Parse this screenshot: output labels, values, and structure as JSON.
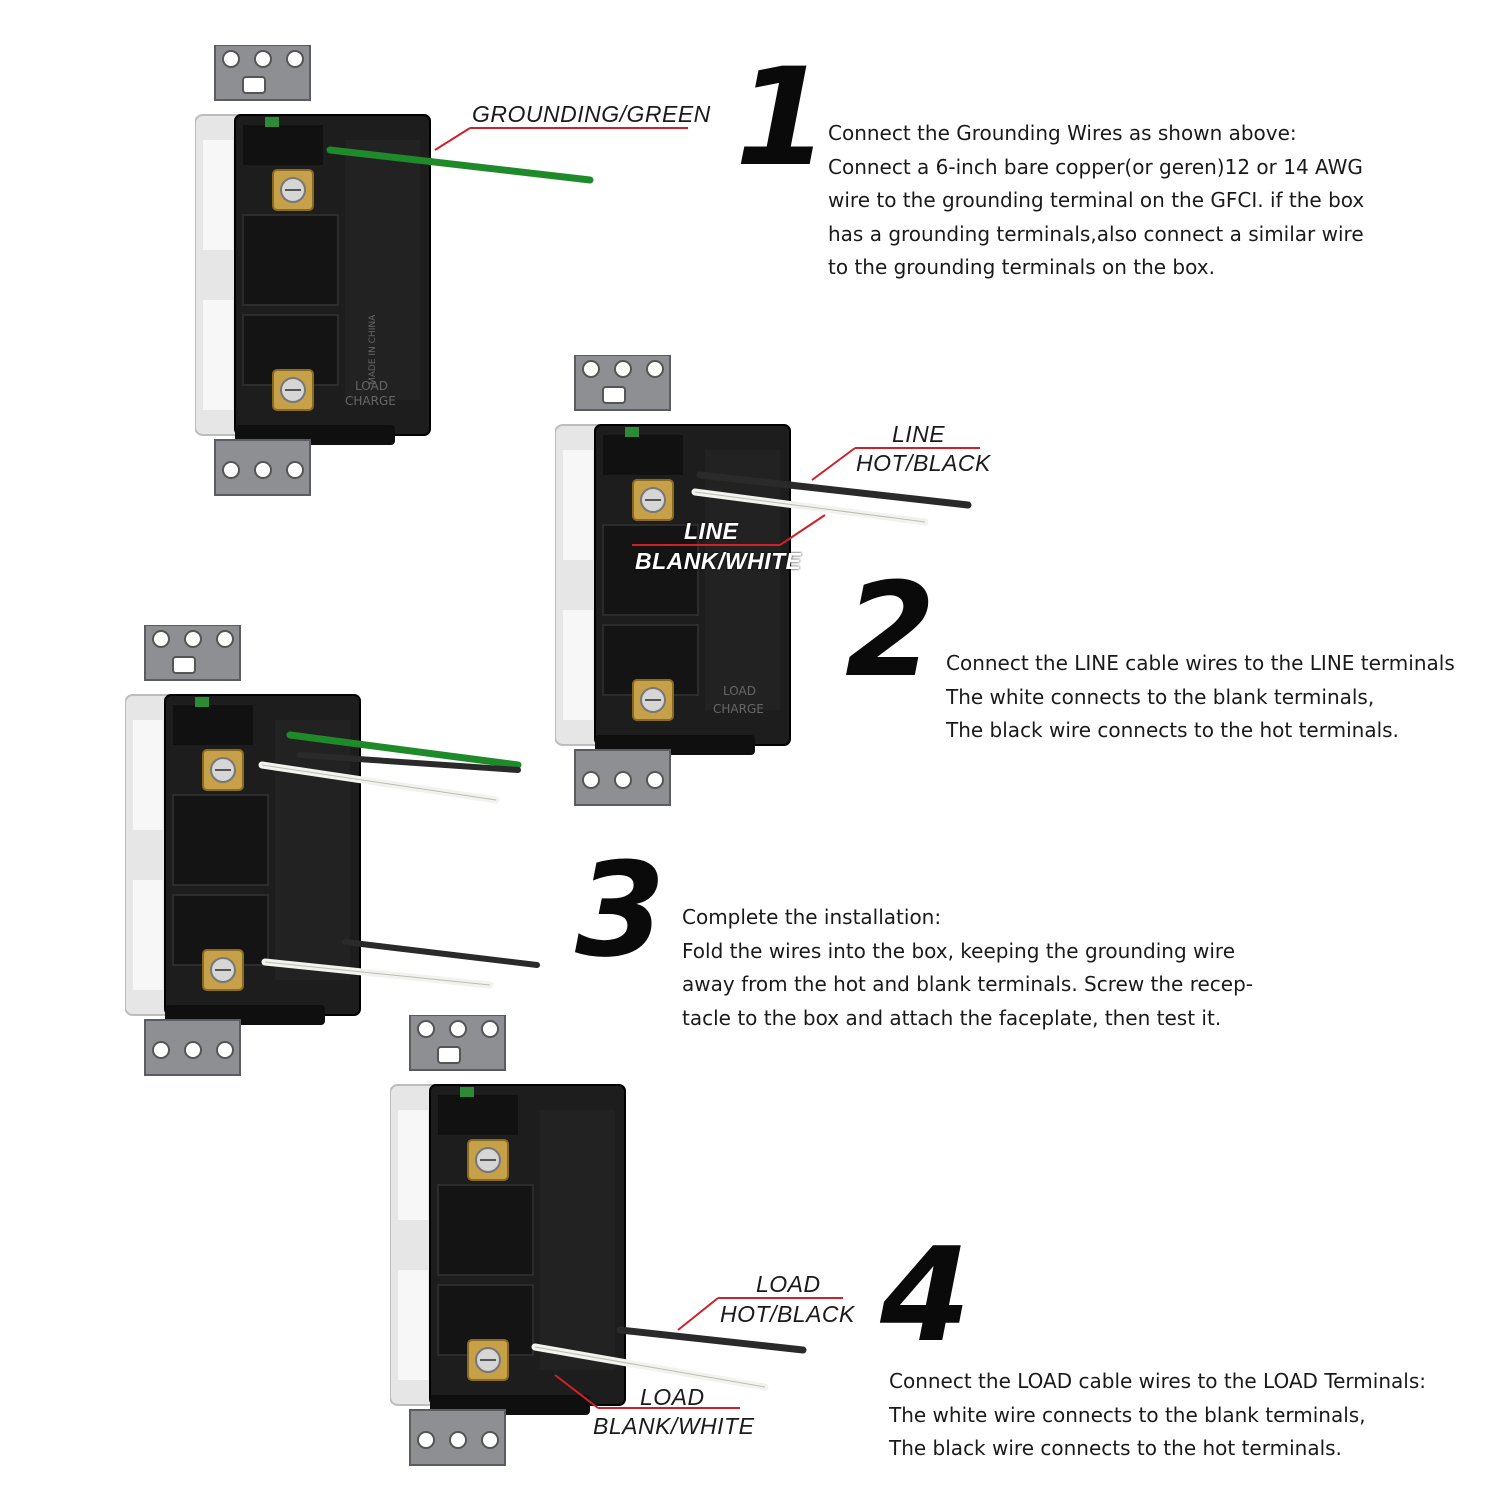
{
  "steps": [
    {
      "number": "1",
      "lines": [
        "Connect the Grounding Wires as shown above:",
        "Connect a 6-inch bare copper(or geren)12 or 14 AWG",
        "wire to the grounding terminal on the GFCI. if the box",
        "has a grounding terminals,also connect a similar wire",
        "to the grounding terminals on the box."
      ]
    },
    {
      "number": "2",
      "lines": [
        "Connect the LINE cable wires to the LINE terminals",
        "The white connects to the blank terminals,",
        "The black wire connects to the hot terminals."
      ]
    },
    {
      "number": "3",
      "lines": [
        "Complete the installation:",
        "Fold the wires into the box, keeping the grounding wire",
        "away from the hot and blank terminals. Screw the recep-",
        "tacle to the box and attach the faceplate, then test it."
      ]
    },
    {
      "number": "4",
      "lines": [
        "Connect the LOAD cable wires to the LOAD Terminals:",
        "The white wire connects to the blank terminals,",
        "The black wire connects to the hot terminals."
      ]
    }
  ],
  "callouts": {
    "grounding": "GROUNDING/GREEN",
    "line_hot_1": "LINE",
    "line_hot_2": "HOT/BLACK",
    "line_blank_1": "LINE",
    "line_blank_2": "BLANK/WHITE",
    "load_hot_1": "LOAD",
    "load_hot_2": "HOT/BLACK",
    "load_blank_1": "LOAD",
    "load_blank_2": "BLANK/WHITE"
  },
  "device_markings": {
    "load": "LOAD",
    "charge": "CHARGE",
    "made_in": "MADE IN CHINA"
  },
  "colors": {
    "ground_wire": "#1f8a2a",
    "hot_wire": "#2a2a2a",
    "white_wire": "#f2f2ee",
    "callout_line": "#d0202a",
    "device_body": "#1c1c1c",
    "device_face": "#e8e8e8",
    "strap": "#8a8a8a",
    "terminal": "#c9a24a"
  }
}
